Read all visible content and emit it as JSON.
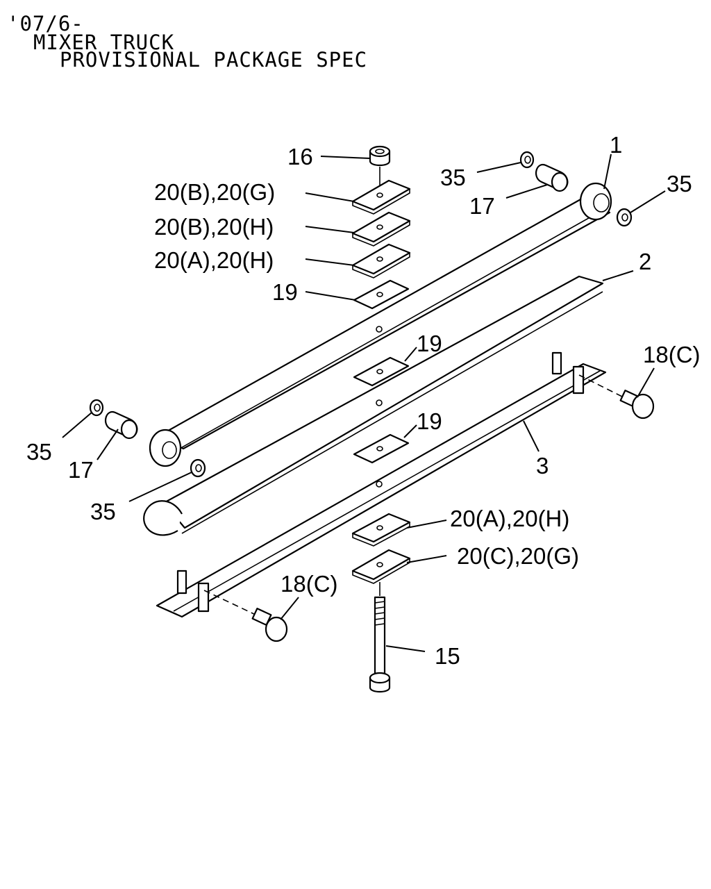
{
  "header": {
    "line1": "'07/6-",
    "line2": "MIXER TRUCK",
    "line3": "PROVISIONAL PACKAGE SPEC"
  },
  "callouts": {
    "c16": "16",
    "c20bg": "20(B),20(G)",
    "c20bh": "20(B),20(H)",
    "c20ah_top": "20(A),20(H)",
    "c19_top": "19",
    "c35_top": "35",
    "c17_top": "17",
    "c1": "1",
    "c35_right": "35",
    "c2": "2",
    "c19_mid": "19",
    "c18c_right": "18(C)",
    "c19_low": "19",
    "c3": "3",
    "c35_left": "35",
    "c17_left": "17",
    "c35_lower": "35",
    "c20ah_bot": "20(A),20(H)",
    "c20cg": "20(C),20(G)",
    "c18c_left": "18(C)",
    "c15": "15"
  }
}
